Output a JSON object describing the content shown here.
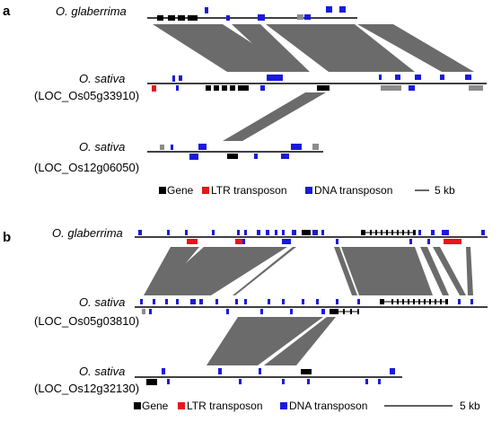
{
  "panel_a": {
    "label": "a",
    "tracks": [
      "O. glaberrima",
      "O. sativa",
      "(LOC_Os05g33910)",
      "O. sativa",
      "(LOC_Os12g06050)"
    ],
    "legend": {
      "gene": "Gene",
      "ltr": "LTR transposon",
      "dna": "DNA transposon",
      "scale": "5 kb"
    }
  },
  "panel_b": {
    "label": "b",
    "tracks": [
      "O. glaberrima",
      "O. sativa",
      "(LOC_Os05g03810)",
      "O. sativa",
      "(LOC_Os12g32130)"
    ],
    "legend": {
      "gene": "Gene",
      "ltr": "LTR transposon",
      "dna": "DNA transposon",
      "scale": "5 kb"
    }
  },
  "colors": {
    "gene": "#000000",
    "ltr": "#e8141c",
    "dna": "#1a1adc",
    "synteny": "#6b6b6b",
    "other": "#8c8c8c"
  }
}
